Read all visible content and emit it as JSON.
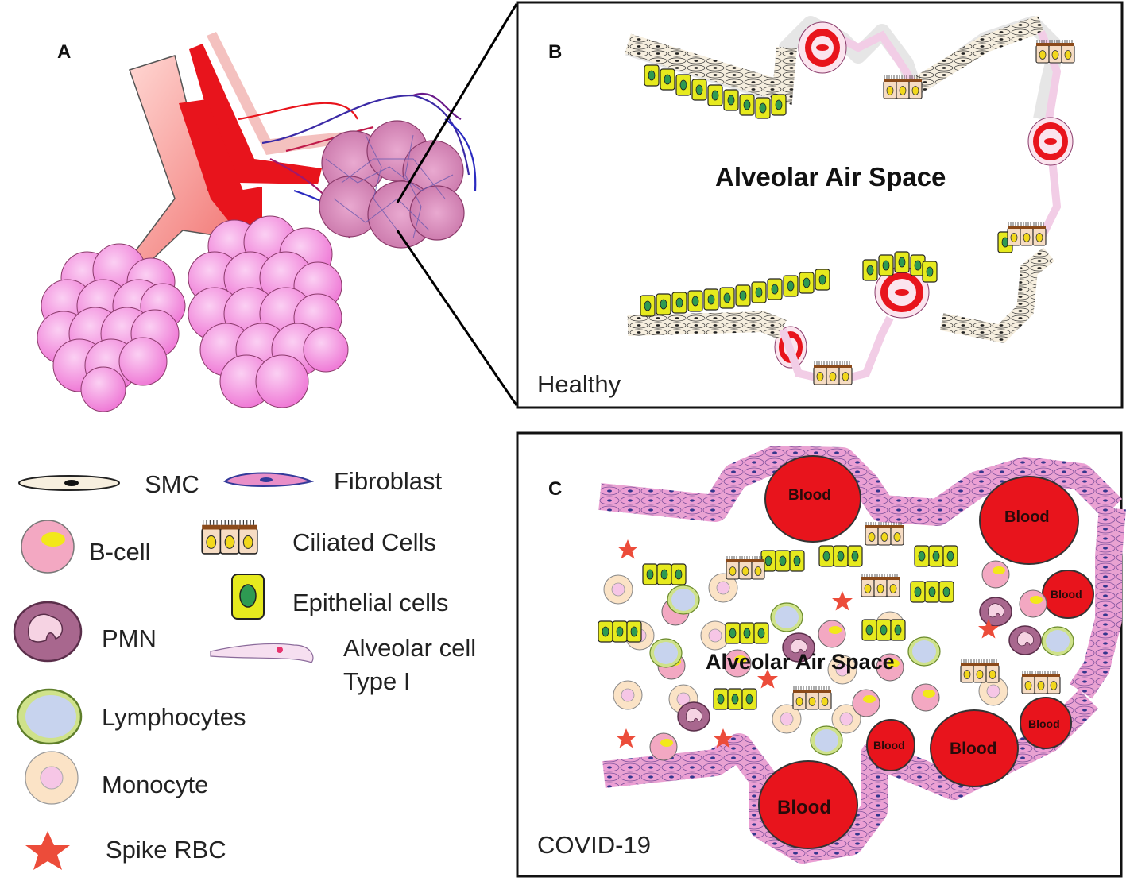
{
  "panels": {
    "a": {
      "letter": "A"
    },
    "b": {
      "letter": "B",
      "title": "Alveolar Air Space",
      "status": "Healthy"
    },
    "c": {
      "letter": "C",
      "title": "Alveolar Air Space",
      "status": "COVID-19",
      "blood_label": "Blood"
    }
  },
  "legend": {
    "smc": "SMC",
    "fibroblast": "Fibroblast",
    "bcell": "B-cell",
    "ciliated": "Ciliated Cells",
    "epithelial": "Epithelial cells",
    "pmn": "PMN",
    "alveolar_line1": "Alveolar cell",
    "alveolar_line2": "Type I",
    "lymphocytes": "Lymphocytes",
    "monocyte": "Monocyte",
    "spike": "Spike RBC"
  },
  "colors": {
    "alveoli_pink": "#f07ad8",
    "vessel_red": "#e8141c",
    "blood_red": "#e8141c",
    "epithelial_yellow": "#e6ea1e",
    "fibroblast_pink": "#e98fc8",
    "star_red": "#ec4c3a"
  }
}
